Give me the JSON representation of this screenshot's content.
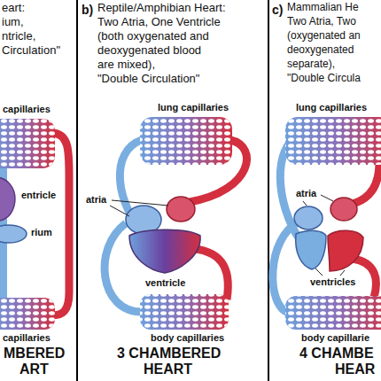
{
  "diagram": {
    "labels": [
      "eart:",
      "ium,",
      "ntricle,",
      "Circulation\"",
      "capillaries",
      "entricle",
      "rium",
      "capillaries",
      "MBERED",
      "ART",
      "b)",
      "Reptile/Amphibian Heart:",
      "Two Atria, One Ventricle",
      "(both oxygenated and",
      "deoxygenated blood",
      "are mixed),",
      "\"Double Circulation\"",
      "lung capillaries",
      "atria",
      "ventricle",
      "body capillaries",
      "3 CHAMBERED",
      "HEART",
      "c)",
      "Mammalian He",
      "Two Atria, Two",
      "(oxygenated an",
      "deoxygenated",
      "separate),",
      "\"Double Circula",
      "lung capillaries",
      "atria",
      "ventricles",
      "body capillarie",
      "4 CHAMBE",
      "HEAR"
    ]
  }
}
